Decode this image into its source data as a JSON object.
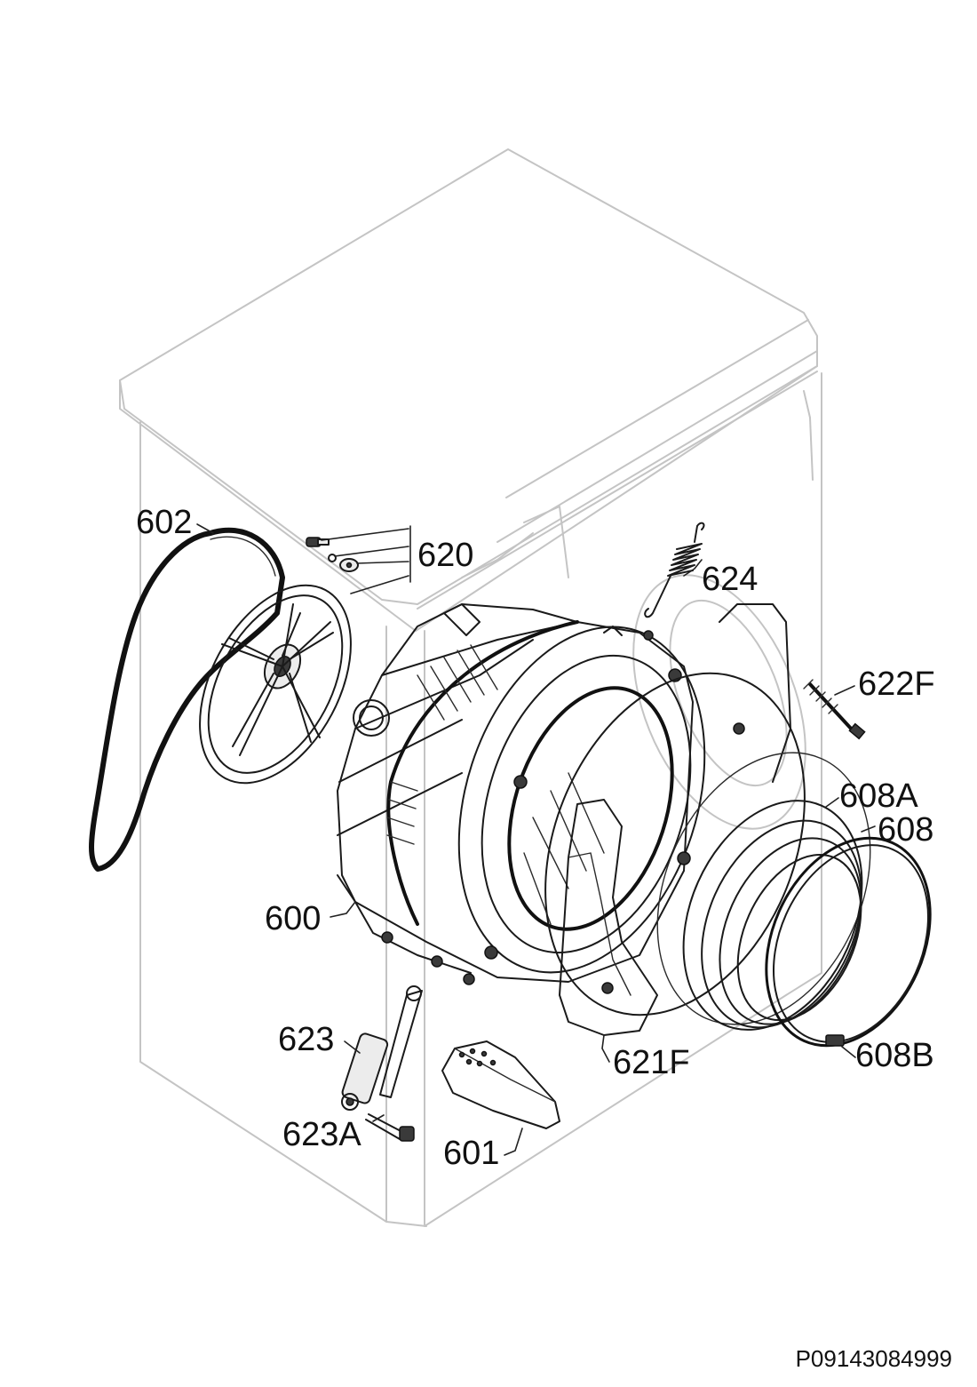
{
  "labels": {
    "l600": "600",
    "l601": "601",
    "l602": "602",
    "l608": "608",
    "l608a": "608A",
    "l608b": "608B",
    "l620": "620",
    "l621f": "621F",
    "l622f": "622F",
    "l623": "623",
    "l623a": "623A",
    "l624": "624"
  },
  "reference_code": "P09143084999"
}
